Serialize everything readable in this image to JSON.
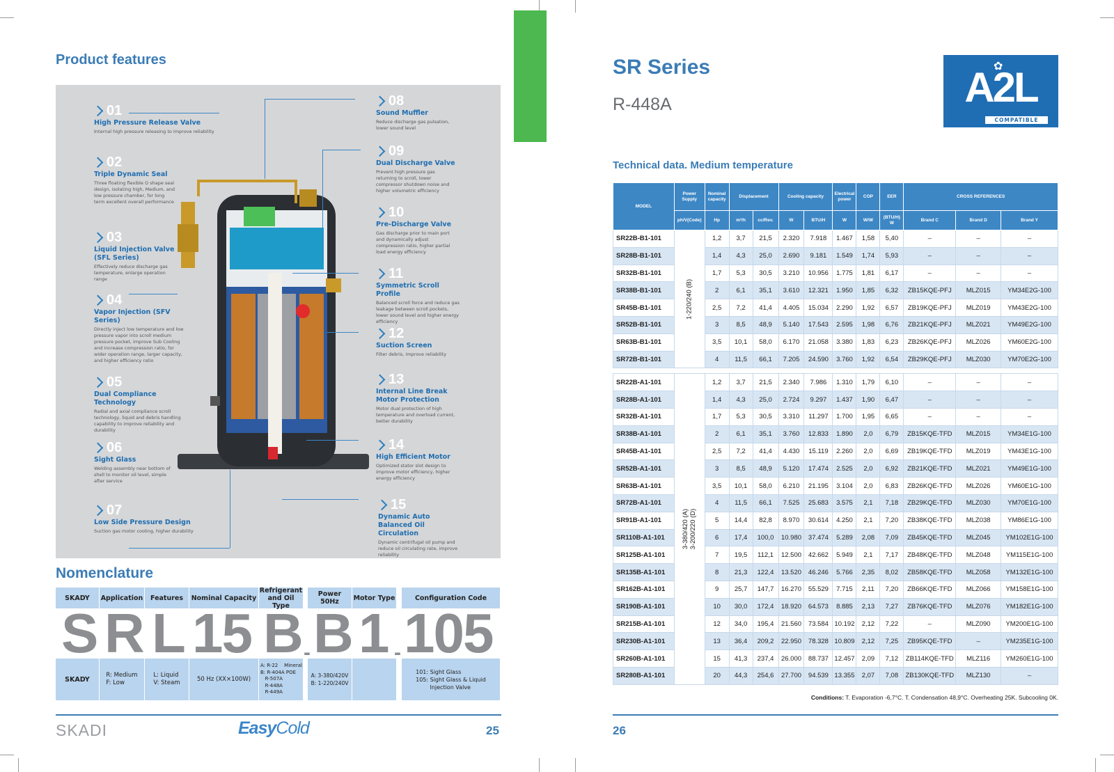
{
  "left_page": {
    "title": "Product features",
    "features": [
      {
        "num": "01",
        "title": "High Pressure Release Valve",
        "desc": "Internal high pressure releasing to improve reliability"
      },
      {
        "num": "02",
        "title": "Triple Dynamic Seal",
        "desc": "Three floating flexible O shape seal design, isolating high, Medium, and low pressure chamber, for long term excellent overall performance"
      },
      {
        "num": "03",
        "title": "Liquid Injection Valve (SFL Series)",
        "desc": "Effectively reduce discharge gas temperature, enlarge operation range"
      },
      {
        "num": "04",
        "title": "Vapor Injection (SFV Series)",
        "desc": "Directly inject low temperature and low pressure vapor into scroll medium pressure pocket, improve Sub Cooling and increase compression ratio, for wider operation range, larger capacity, and higher efficiency ratio"
      },
      {
        "num": "05",
        "title": "Dual Compliance Technology",
        "desc": "Radial and axial compliance scroll technology, liquid and debris handling capability to improve reliability and durability"
      },
      {
        "num": "06",
        "title": "Sight Glass",
        "desc": "Welding assembly near bottom of shell to monitor oil level, simple after service"
      },
      {
        "num": "07",
        "title": "Low Side Pressure Design",
        "desc": "Suction gas motor cooling, higher durability"
      },
      {
        "num": "08",
        "title": "Sound Muffler",
        "desc": "Reduce discharge gas pulsation, lower sound level"
      },
      {
        "num": "09",
        "title": "Dual Discharge Valve",
        "desc": "Prevent high pressure gas returning to scroll, lower compressor shutdown noise and higher volumetric efficiency"
      },
      {
        "num": "10",
        "title": "Pre-Discharge Valve",
        "desc": "Gas discharge prior to main port and dynamically adjust compression ratio, higher partial load energy efficiency"
      },
      {
        "num": "11",
        "title": "Symmetric Scroll Profile",
        "desc": "Balanced scroll force and reduce gas leakage between scroll pockets, lower sound level and higher energy efficiency"
      },
      {
        "num": "12",
        "title": "Suction Screen",
        "desc": "Filter debris, improve reliability"
      },
      {
        "num": "13",
        "title": "Internal Line Break Motor Protection",
        "desc": "Motor dual protection of high temperature and overload current, better durability"
      },
      {
        "num": "14",
        "title": "High Efficient Motor",
        "desc": "Optimized stator slot design to improve motor efficiency, higher energy efficiency"
      },
      {
        "num": "15",
        "title": "Dynamic Auto Balanced Oil Circulation",
        "desc": "Dynamic centrifugal oil pump and reduce oil circulating rate, improve reliability"
      }
    ],
    "nomenclature": {
      "title": "Nomenclature",
      "headers": [
        "SKADY",
        "Application",
        "Features",
        "Nominal Capacity",
        "Refrigerant and Oil Type",
        "Power 50Hz",
        "Motor Type",
        "Configuration Code"
      ],
      "code": [
        "S",
        "R",
        "L",
        "15",
        "B",
        "-",
        "B",
        "1",
        "-",
        "105"
      ],
      "values": [
        "SKADY",
        "R: Medium\nF: Low",
        "L: Liquid\nV: Steam",
        "50 Hz (XX×100W)",
        "A: R-22    Mineral\nB: R-404A POE\n   R-507A\n   R-448A\n   R-449A",
        "A: 3-380/420V\nB: 1-220/240V",
        "",
        "101: Sight Glass\n105: Sight Glass & Liquid\n        Injection Valve"
      ]
    },
    "footer": {
      "brand": "SKADI",
      "product_a": "Easy",
      "product_b": "Cold",
      "page": "25"
    }
  },
  "right_page": {
    "title": "SR Series",
    "subtitle": "R-448A",
    "badge": {
      "big": "A2L",
      "small": "COMPATIBLE"
    },
    "table_title": "Technical data. Medium temperature",
    "headers_top": [
      "MODEL",
      "Power Supply",
      "Nominal capacity",
      "Displacement",
      "Cooling capacity",
      "Electrical power",
      "COP",
      "EER",
      "CROSS REFERENCES"
    ],
    "headers_sub": [
      "ph/V(Code)",
      "Hp",
      "m³/h",
      "cc/Rev.",
      "W",
      "BTU/H",
      "W",
      "W/W",
      "(BTU/H) W",
      "Brand C",
      "Brand D",
      "Brand Y"
    ],
    "group_b": {
      "supply": "1-220/240 (B)",
      "rows": [
        [
          "SR22B-B1-101",
          "1,2",
          "3,7",
          "21,5",
          "2.320",
          "7.918",
          "1.467",
          "1,58",
          "5,40",
          "–",
          "–",
          "–"
        ],
        [
          "SR28B-B1-101",
          "1,4",
          "4,3",
          "25,0",
          "2.690",
          "9.181",
          "1.549",
          "1,74",
          "5,93",
          "–",
          "–",
          "–"
        ],
        [
          "SR32B-B1-101",
          "1,7",
          "5,3",
          "30,5",
          "3.210",
          "10.956",
          "1.775",
          "1,81",
          "6,17",
          "–",
          "–",
          "–"
        ],
        [
          "SR38B-B1-101",
          "2",
          "6,1",
          "35,1",
          "3.610",
          "12.321",
          "1.950",
          "1,85",
          "6,32",
          "ZB15KQE-PFJ",
          "MLZ015",
          "YM34E2G-100"
        ],
        [
          "SR45B-B1-101",
          "2,5",
          "7,2",
          "41,4",
          "4.405",
          "15.034",
          "2.290",
          "1,92",
          "6,57",
          "ZB19KQE-PFJ",
          "MLZ019",
          "YM43E2G-100"
        ],
        [
          "SR52B-B1-101",
          "3",
          "8,5",
          "48,9",
          "5.140",
          "17.543",
          "2.595",
          "1,98",
          "6,76",
          "ZB21KQE-PFJ",
          "MLZ021",
          "YM49E2G-100"
        ],
        [
          "SR63B-B1-101",
          "3,5",
          "10,1",
          "58,0",
          "6.170",
          "21.058",
          "3.380",
          "1,83",
          "6,23",
          "ZB26KQE-PFJ",
          "MLZ026",
          "YM60E2G-100"
        ],
        [
          "SR72B-B1-101",
          "4",
          "11,5",
          "66,1",
          "7.205",
          "24.590",
          "3.760",
          "1,92",
          "6,54",
          "ZB29KQE-PFJ",
          "MLZ030",
          "YM70E2G-100"
        ]
      ]
    },
    "group_a": {
      "supply": "3-380/420 (A)\n3-200/220 (D)",
      "rows": [
        [
          "SR22B-A1-101",
          "1,2",
          "3,7",
          "21,5",
          "2.340",
          "7.986",
          "1.310",
          "1,79",
          "6,10",
          "–",
          "–",
          "–"
        ],
        [
          "SR28B-A1-101",
          "1,4",
          "4,3",
          "25,0",
          "2.724",
          "9.297",
          "1.437",
          "1,90",
          "6,47",
          "–",
          "–",
          "–"
        ],
        [
          "SR32B-A1-101",
          "1,7",
          "5,3",
          "30,5",
          "3.310",
          "11.297",
          "1.700",
          "1,95",
          "6,65",
          "–",
          "–",
          "–"
        ],
        [
          "SR38B-A1-101",
          "2",
          "6,1",
          "35,1",
          "3.760",
          "12.833",
          "1.890",
          "2,0",
          "6,79",
          "ZB15KQE-TFD",
          "MLZ015",
          "YM34E1G-100"
        ],
        [
          "SR45B-A1-101",
          "2,5",
          "7,2",
          "41,4",
          "4.430",
          "15.119",
          "2.260",
          "2,0",
          "6,69",
          "ZB19KQE-TFD",
          "MLZ019",
          "YM43E1G-100"
        ],
        [
          "SR52B-A1-101",
          "3",
          "8,5",
          "48,9",
          "5.120",
          "17.474",
          "2.525",
          "2,0",
          "6,92",
          "ZB21KQE-TFD",
          "MLZ021",
          "YM49E1G-100"
        ],
        [
          "SR63B-A1-101",
          "3,5",
          "10,1",
          "58,0",
          "6.210",
          "21.195",
          "3.104",
          "2,0",
          "6,83",
          "ZB26KQE-TFD",
          "MLZ026",
          "YM60E1G-100"
        ],
        [
          "SR72B-A1-101",
          "4",
          "11,5",
          "66,1",
          "7.525",
          "25.683",
          "3.575",
          "2,1",
          "7,18",
          "ZB29KQE-TFD",
          "MLZ030",
          "YM70E1G-100"
        ],
        [
          "SR91B-A1-101",
          "5",
          "14,4",
          "82,8",
          "8.970",
          "30.614",
          "4.250",
          "2,1",
          "7,20",
          "ZB38KQE-TFD",
          "MLZ038",
          "YM86E1G-100"
        ],
        [
          "SR110B-A1-101",
          "6",
          "17,4",
          "100,0",
          "10.980",
          "37.474",
          "5.289",
          "2,08",
          "7,09",
          "ZB45KQE-TFD",
          "MLZ045",
          "YM102E1G-100"
        ],
        [
          "SR125B-A1-101",
          "7",
          "19,5",
          "112,1",
          "12.500",
          "42.662",
          "5.949",
          "2,1",
          "7,17",
          "ZB48KQE-TFD",
          "MLZ048",
          "YM115E1G-100"
        ],
        [
          "SR135B-A1-101",
          "8",
          "21,3",
          "122,4",
          "13.520",
          "46.246",
          "5.766",
          "2,35",
          "8,02",
          "ZB58KQE-TFD",
          "MLZ058",
          "YM132E1G-100"
        ],
        [
          "SR162B-A1-101",
          "9",
          "25,7",
          "147,7",
          "16.270",
          "55.529",
          "7.715",
          "2,11",
          "7,20",
          "ZB66KQE-TFD",
          "MLZ066",
          "YM158E1G-100"
        ],
        [
          "SR190B-A1-101",
          "10",
          "30,0",
          "172,4",
          "18.920",
          "64.573",
          "8.885",
          "2,13",
          "7,27",
          "ZB76KQE-TFD",
          "MLZ076",
          "YM182E1G-100"
        ],
        [
          "SR215B-A1-101",
          "12",
          "34,0",
          "195,4",
          "21.560",
          "73.584",
          "10.192",
          "2,12",
          "7,22",
          "–",
          "MLZ090",
          "YM200E1G-100"
        ],
        [
          "SR230B-A1-101",
          "13",
          "36,4",
          "209,2",
          "22.950",
          "78.328",
          "10.809",
          "2,12",
          "7,25",
          "ZB95KQE-TFD",
          "–",
          "YM235E1G-100"
        ],
        [
          "SR260B-A1-101",
          "15",
          "41,3",
          "237,4",
          "26.000",
          "88.737",
          "12.457",
          "2,09",
          "7,12",
          "ZB114KQE-TFD",
          "MLZ116",
          "YM260E1G-100"
        ],
        [
          "SR280B-A1-101",
          "20",
          "44,3",
          "254,6",
          "27.700",
          "94.539",
          "13.355",
          "2,07",
          "7,08",
          "ZB130KQE-TFD",
          "MLZ130",
          "–"
        ]
      ]
    },
    "conditions_label": "Conditions:",
    "conditions": "T. Evaporation -6,7°C.  T. Condensation 48,9°C.  Overheating 25K.  Subcooling 0K.",
    "page": "26"
  },
  "colors": {
    "accent": "#3b7cb5",
    "green_tab": "#4cb84f",
    "badge_bg": "#1f6eb4",
    "grey_code": "#8c8e91"
  }
}
